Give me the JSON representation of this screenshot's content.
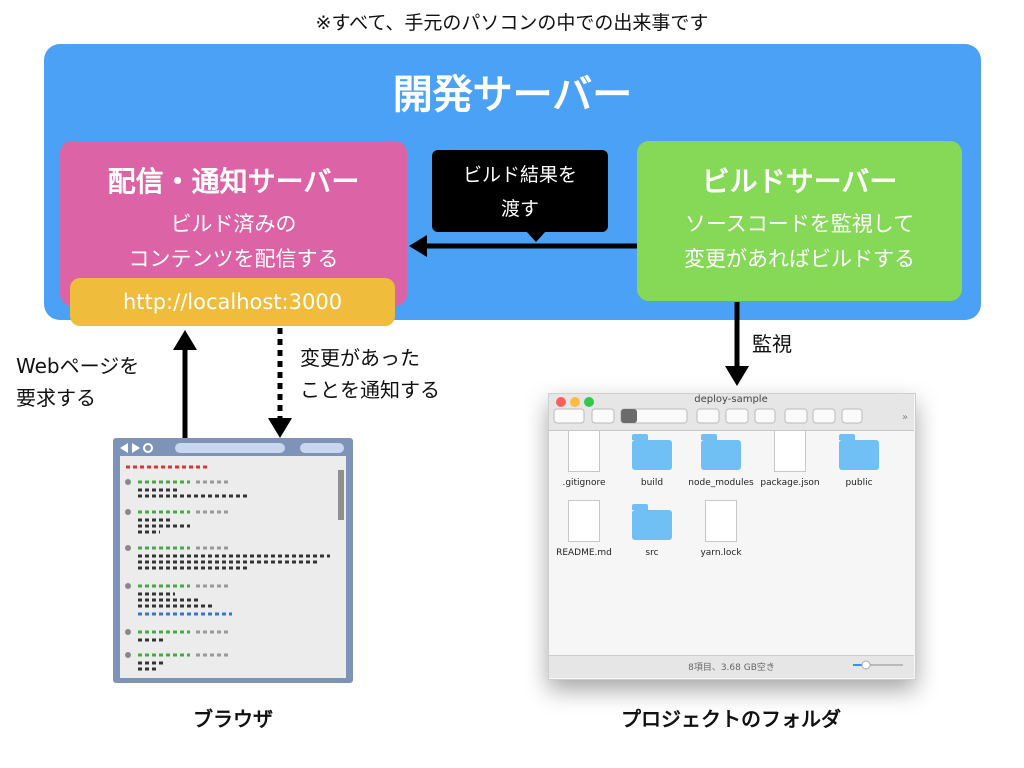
{
  "note": "※すべて、手元のパソコンの中での出来事です",
  "dev_server": {
    "title": "開発サーバー"
  },
  "delivery_server": {
    "title": "配信・通知サーバー",
    "desc_line1": "ビルド済みの",
    "desc_line2": "コンテンツを配信する",
    "url": "http://localhost:3000"
  },
  "build_server": {
    "title": "ビルドサーバー",
    "desc_line1": "ソースコードを監視して",
    "desc_line2": "変更があればビルドする"
  },
  "handoff_bubble": {
    "line1": "ビルド結果を",
    "line2": "渡す"
  },
  "request_label": {
    "line1": "Webページを",
    "line2": "要求する"
  },
  "notify_label": {
    "line1": "変更があった",
    "line2": "ことを通知する"
  },
  "watch_label": "監視",
  "browser_caption": "ブラウザ",
  "folder_caption": "プロジェクトのフォルダ",
  "finder": {
    "window_title": "deploy-sample",
    "status": "8項目、3.68 GB空き",
    "items": [
      {
        "name": ".gitignore",
        "kind": "doc"
      },
      {
        "name": "build",
        "kind": "folder"
      },
      {
        "name": "node_modules",
        "kind": "folder"
      },
      {
        "name": "package.json",
        "kind": "doc"
      },
      {
        "name": "public",
        "kind": "folder"
      },
      {
        "name": "README.md",
        "kind": "doc"
      },
      {
        "name": "src",
        "kind": "folder"
      },
      {
        "name": "yarn.lock",
        "kind": "doc"
      }
    ]
  },
  "colors": {
    "dev_server": "#4aa1f5",
    "delivery_server": "#dc63a5",
    "build_server": "#86d956",
    "url_box": "#f0bc3b",
    "folder_icon": "#70c0f5"
  }
}
